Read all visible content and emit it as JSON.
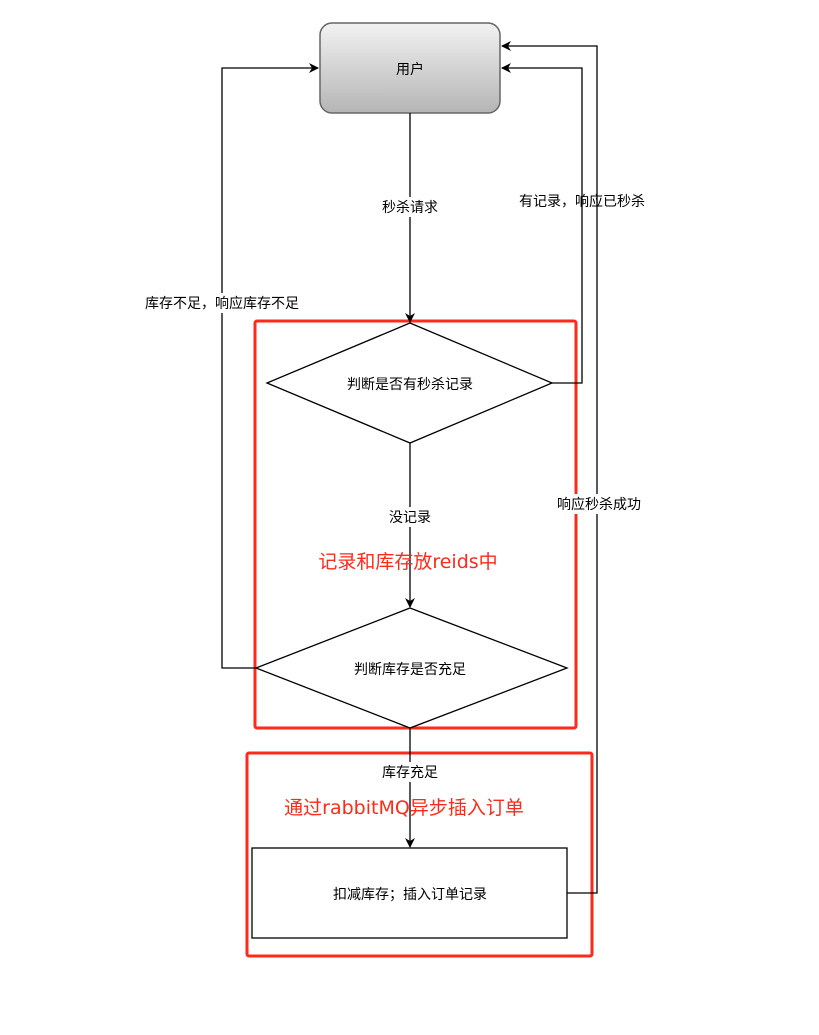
{
  "diagram": {
    "title": "秒杀下单流程",
    "nodes": {
      "user": {
        "label": "用户"
      },
      "check_record": {
        "label": "判断是否有秒杀记录"
      },
      "check_stock": {
        "label": "判断库存是否充足"
      },
      "deduct": {
        "label": "扣减库存；插入订单记录"
      }
    },
    "edges": {
      "request": {
        "label": "秒杀请求"
      },
      "has_record": {
        "label": "有记录，响应已秒杀"
      },
      "no_record": {
        "label": "没记录"
      },
      "out_of_stock": {
        "label": "库存不足，响应库存不足"
      },
      "stock_ok": {
        "label": "库存充足"
      },
      "success": {
        "label": "响应秒杀成功"
      }
    },
    "groups": {
      "redis": {
        "label": "记录和库存放reids中",
        "color": "#ff2a1a"
      },
      "mq": {
        "label": "通过rabbitMQ异步插入订单",
        "color": "#ff2a1a"
      }
    }
  }
}
